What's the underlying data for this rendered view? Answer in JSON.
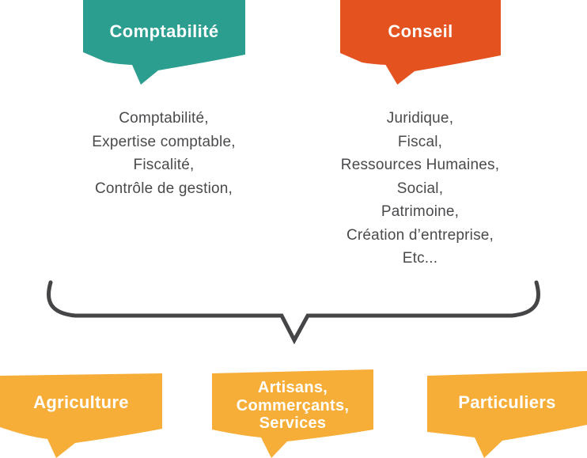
{
  "palette": {
    "teal": "#2B9E90",
    "orange": "#E4521F",
    "yellow": "#F7AE39",
    "text_gray": "#4A4A4D",
    "brace_gray": "#454547",
    "label_white": "#FFFFFF"
  },
  "top_bubbles": [
    {
      "label": "Comptabilité"
    },
    {
      "label": "Conseil"
    }
  ],
  "service_lists": [
    {
      "items": [
        "Comptabilité,",
        "Expertise comptable,",
        "Fiscalité,",
        "Contrôle de gestion,"
      ]
    },
    {
      "items": [
        "Juridique,",
        "Fiscal,",
        "Ressources Humaines,",
        "Social,",
        "Patrimoine,",
        "Création d’entreprise,",
        "Etc..."
      ]
    }
  ],
  "bottom_bubbles": [
    {
      "lines": [
        "Agriculture"
      ]
    },
    {
      "lines": [
        "Artisans,",
        "Commerçants,",
        "Services"
      ]
    },
    {
      "lines": [
        "Particuliers"
      ]
    }
  ]
}
